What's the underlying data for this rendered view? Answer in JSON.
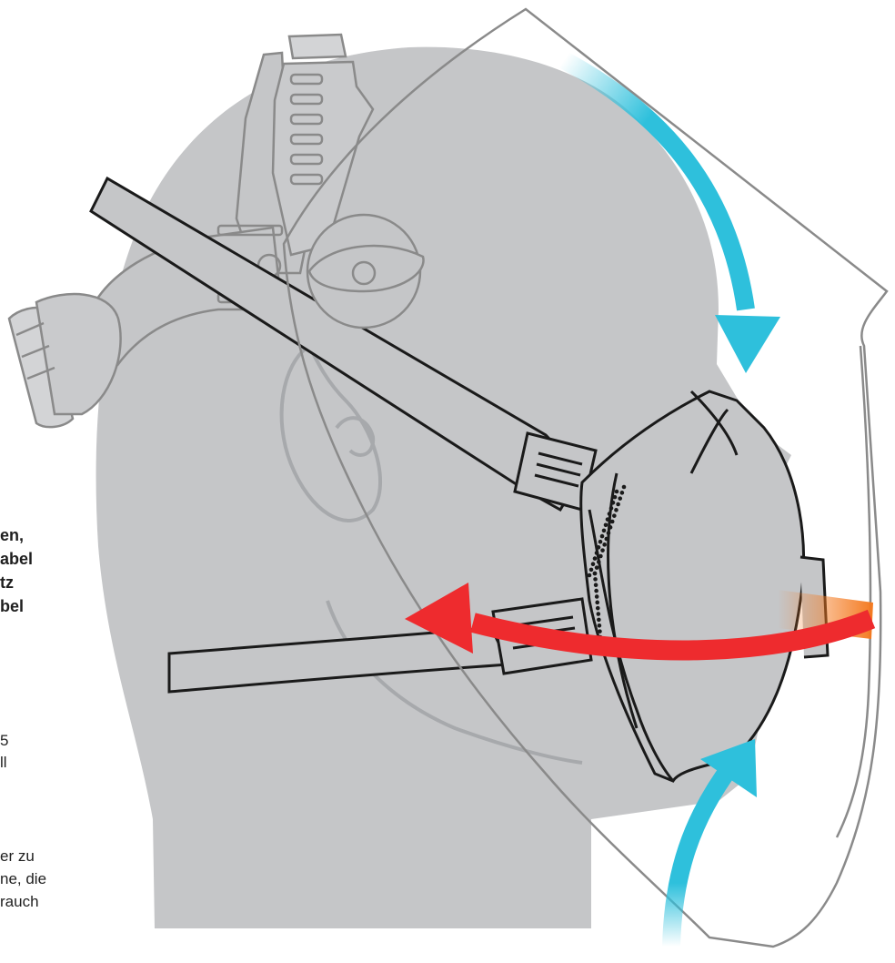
{
  "texts": {
    "bold_fragment": "en,\nabel\ntz\nbel",
    "note_fragment": "5\nll",
    "desc_fragment": "er zu\nne, die\nrauch"
  },
  "colors": {
    "head": "#c5c6c8",
    "head_dark": "#a7a9ac",
    "outline": "#1a1a1a",
    "visor_line": "#8a8a8a",
    "airflow_in": "#2ec0dc",
    "exhale": "#ee2b2e",
    "exhale_valve": "#f47a20"
  },
  "icons": {
    "airflow_top": "arrow-down-curved-icon",
    "airflow_bottom": "arrow-up-curved-icon",
    "exhale": "arrow-left-curved-icon"
  }
}
